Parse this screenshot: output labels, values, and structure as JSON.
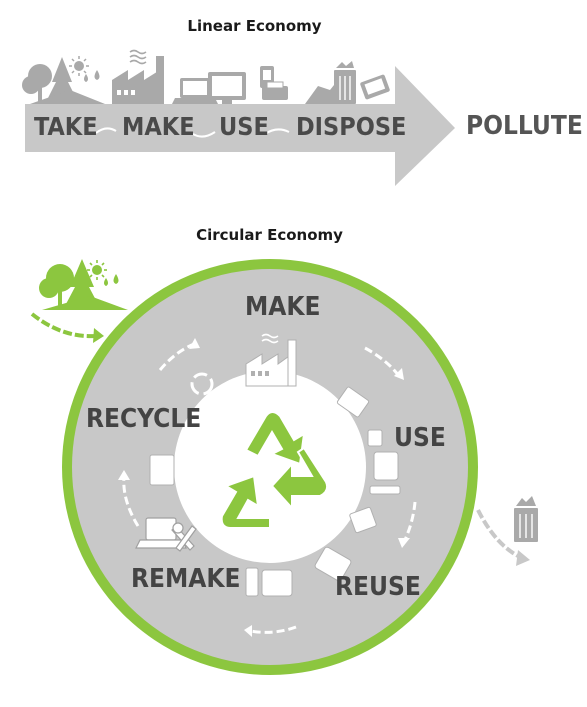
{
  "linear": {
    "title": "Linear Economy",
    "steps": [
      "TAKE",
      "MAKE",
      "USE",
      "DISPOSE"
    ],
    "end": "POLLUTE"
  },
  "circular": {
    "title": "Circular Economy",
    "steps": [
      "MAKE",
      "USE",
      "REUSE",
      "REMAKE",
      "RECYCLE"
    ]
  },
  "colors": {
    "gray": "#c8c8c8",
    "dark_gray": "#a8a8a8",
    "green": "#8cc63f",
    "text": "#444444"
  },
  "icons": [
    "trees-icon",
    "sun-icon",
    "water-drops-icon",
    "factory-icon",
    "laptop-icon",
    "phone-icon",
    "printer-icon",
    "trash-can-icon",
    "recycle-icon",
    "tools-icon",
    "tablet-icon",
    "monitor-icon"
  ]
}
